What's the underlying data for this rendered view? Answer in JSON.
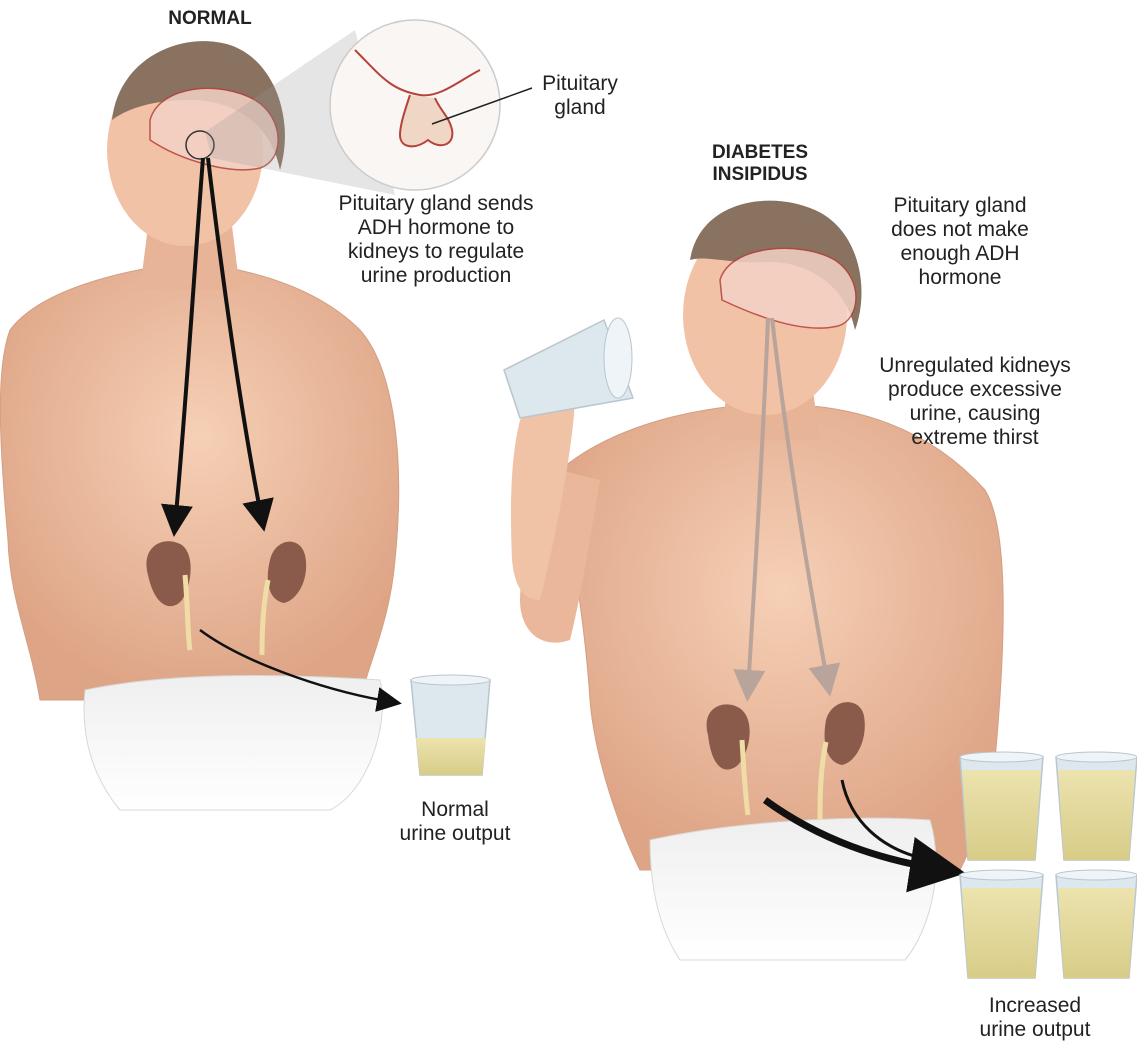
{
  "normal": {
    "title": "NORMAL",
    "zoom_label": "Pituitary\ngland",
    "description": "Pituitary gland sends\nADH hormone to\nkidneys to regulate\nurine production",
    "output_label": "Normal\nurine output"
  },
  "diabetes_insipidus": {
    "title": "DIABETES\nINSIPIDUS",
    "description_1": "Pituitary gland\ndoes not make\nenough ADH\nhormone",
    "description_2": "Unregulated kidneys\nproduce excessive\nurine, causing\nextreme thirst",
    "output_label": "Increased\nurine output"
  },
  "colors": {
    "skin": "#f2c4a8",
    "skin_shadow": "#d99c7f",
    "hair": "#8a7260",
    "brain": "#f4d1c6",
    "kidney": "#8a5b4a",
    "ureter": "#f0dca6",
    "urine": "#e6dba0",
    "glass": "#dce8ee",
    "towel": "#e4e4e4",
    "arrow_strong": "#111111",
    "arrow_weak": "#b8a49a"
  },
  "icons": [
    "pituitary-zoom-icon",
    "kidney-icon",
    "glass-icon"
  ]
}
